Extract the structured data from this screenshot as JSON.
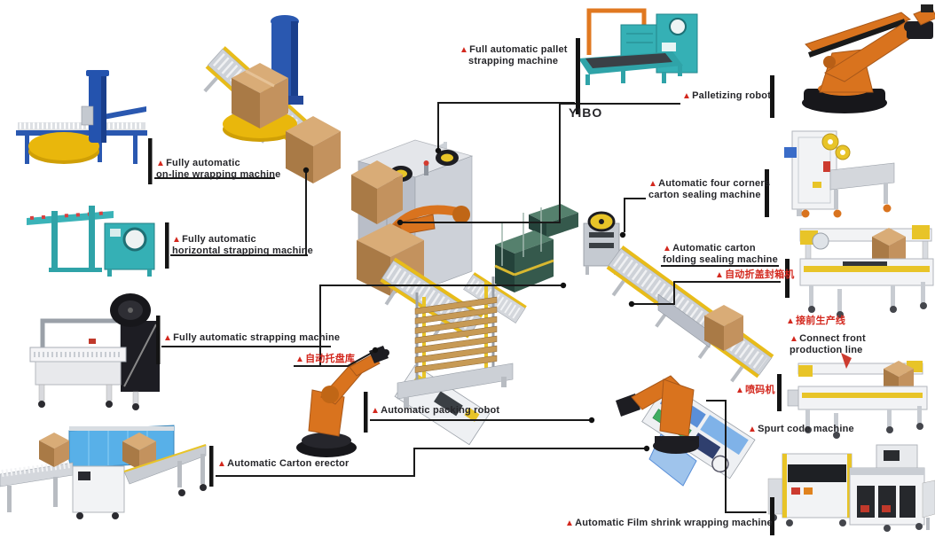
{
  "marker": "▲",
  "brand": {
    "center_mark": "YIBO"
  },
  "labels": {
    "online_wrapping": {
      "line1": "Fully automatic",
      "line2": "on-line wrapping machine"
    },
    "horizontal_strapping": {
      "line1": "Fully automatic",
      "line2": "horizontal strapping machine"
    },
    "strapping": {
      "line1": "Fully automatic strapping machine"
    },
    "carton_erector": {
      "line1": "Automatic Carton erector"
    },
    "pallet_warehouse_cn": {
      "line1": "自动托盘库"
    },
    "packing_robot": {
      "line1": "Automatic packing robot"
    },
    "pallet_strapping": {
      "line1": "Full automatic pallet",
      "line2": "strapping machine"
    },
    "palletizing_robot": {
      "line1": "Palletizing robot"
    },
    "four_corner_sealing": {
      "line1": "Automatic four corners",
      "line2": "carton sealing machine"
    },
    "folding_sealing": {
      "line1": "Automatic carton",
      "line2": "folding sealing machine"
    },
    "folding_sealing_cn": {
      "line1": "自动折盖封箱机"
    },
    "connect_front_cn": {
      "line1": "接前生产线"
    },
    "connect_front": {
      "line1": "Connect front",
      "line2": "production line"
    },
    "spurt_code_cn": {
      "line1": "喷码机"
    },
    "spurt_code": {
      "line1": "Spurt code machine"
    },
    "film_shrink": {
      "line1": "Automatic Film shrink wrapping machine"
    }
  },
  "colors": {
    "accent_red": "#d3281e",
    "line_black": "#1a1a1a",
    "machine_teal": "#35b0b5",
    "robot_orange": "#d9731e",
    "rail_yellow": "#e8bc1a",
    "mast_blue": "#2a58b0",
    "carton_brown": "#c3925e"
  }
}
